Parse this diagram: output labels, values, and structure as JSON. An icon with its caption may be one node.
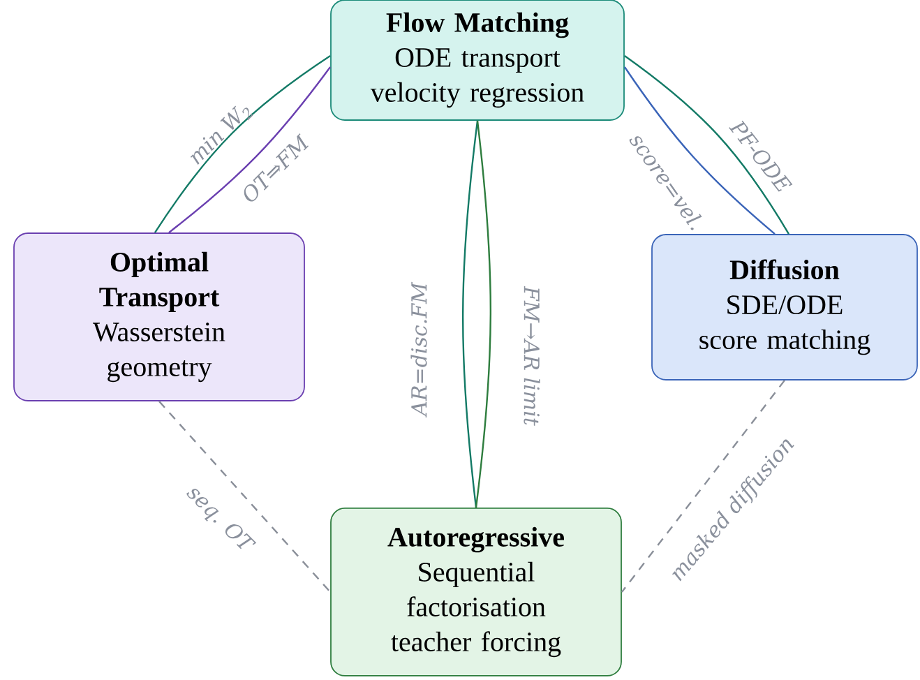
{
  "diagram": {
    "nodes": [
      {
        "text": [
          "Flow Matching",
          "ODE transport velocity regression"
        ]
      },
      {
        "text": [
          "Optimal Transport",
          "Wasserstein geometry"
        ]
      },
      {
        "text": [
          "Diffusion",
          "SDE/ODE score matching"
        ]
      },
      {
        "text": [
          "Autoregressive",
          "Sequential factorisation teacher forcing"
        ]
      }
    ],
    "edges": [
      {
        "from": 0,
        "to": 1,
        "arrow": "none",
        "label": "min W$_{2}$",
        "color": "#137a66"
      },
      {
        "from": 0,
        "to": 1,
        "arrow": "none",
        "label": "OT⇒FM",
        "color": "#6a3fb0"
      },
      {
        "from": 0,
        "to": 2,
        "arrow": "none",
        "label": "PF-ODE",
        "color": "#137a66"
      },
      {
        "from": 0,
        "to": 2,
        "arrow": "none",
        "label": "score=vel.",
        "color": "#3a64b8"
      },
      {
        "from": 0,
        "to": 3,
        "arrow": "none",
        "label": "AR=disc.FM",
        "color": "#137a66"
      },
      {
        "from": 0,
        "to": 3,
        "arrow": "none",
        "label": "FM→AR limit",
        "color": "#2e7d3e"
      },
      {
        "from": 1,
        "to": 3,
        "arrow": "none",
        "label": "seq. OT",
        "style": "dashed",
        "color": "#8a8f99"
      },
      {
        "from": 2,
        "to": 3,
        "arrow": "none",
        "label": "masked diffusion",
        "style": "dashed",
        "color": "#8a8f99"
      }
    ]
  }
}
